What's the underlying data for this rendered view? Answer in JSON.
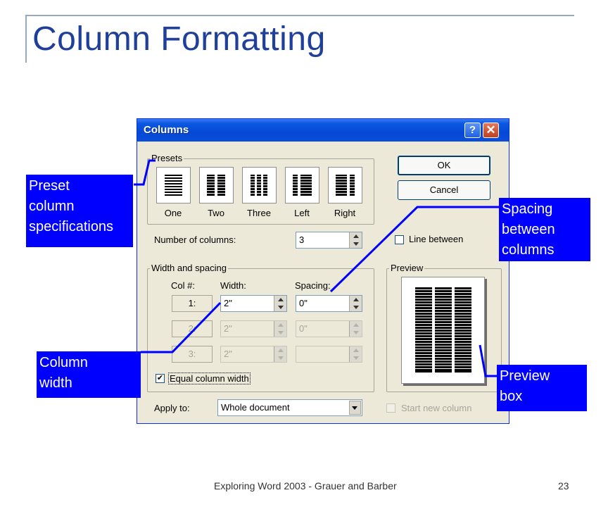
{
  "slide": {
    "title": "Column Formatting",
    "footer": "Exploring Word 2003 - Grauer and Barber",
    "page_number": "23"
  },
  "dialog": {
    "title": "Columns",
    "help_glyph": "?",
    "close_glyph": "✕",
    "presets": {
      "legend": "Presets",
      "items": [
        "One",
        "Two",
        "Three",
        "Left",
        "Right"
      ]
    },
    "ok_label": "OK",
    "cancel_label": "Cancel",
    "number_of_columns": {
      "label": "Number of columns:",
      "value": "3"
    },
    "line_between": {
      "label": "Line between",
      "checked": false
    },
    "width_spacing": {
      "legend": "Width and spacing",
      "col_header": "Col #:",
      "width_header": "Width:",
      "spacing_header": "Spacing:",
      "rows": [
        {
          "col": "1:",
          "width": "2\"",
          "spacing": "0\""
        },
        {
          "col": "2:",
          "width": "2\"",
          "spacing": "0\""
        },
        {
          "col": "3:",
          "width": "2\"",
          "spacing": ""
        }
      ]
    },
    "equal_column_width": {
      "label": "Equal column width",
      "checked": true,
      "check_glyph": "✔"
    },
    "preview": {
      "legend": "Preview",
      "columns": 3
    },
    "apply_to": {
      "label": "Apply to:",
      "value": "Whole document"
    },
    "start_new_column": {
      "label": "Start new column",
      "checked": false
    }
  },
  "callouts": {
    "presets_line1": "Preset",
    "presets_line2": "column",
    "presets_line3": "specifications",
    "spacing_line1": "Spacing",
    "spacing_line2": "between",
    "spacing_line3": "columns",
    "width_line1": "Column",
    "width_line2": "width",
    "preview_line1": "Preview",
    "preview_line2": "box"
  },
  "colors": {
    "title": "#1f3f9a",
    "callout_bg": "#0000ff",
    "titlebar": "#0648d6",
    "dialog_bg": "#ece9d8"
  }
}
